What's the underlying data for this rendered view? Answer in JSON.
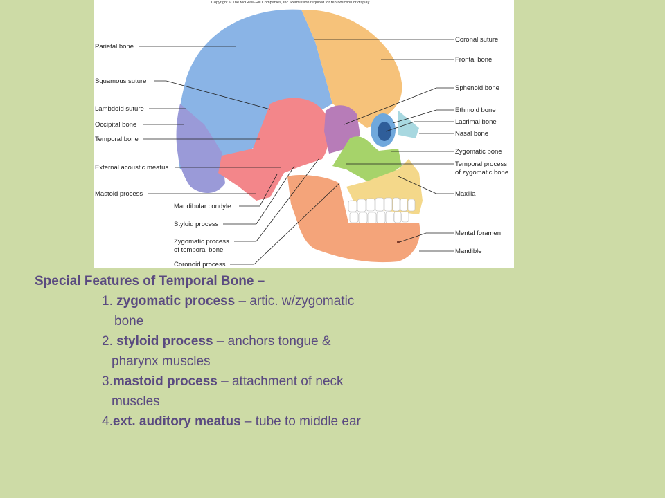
{
  "figure": {
    "copyright": "Copyright © The McGraw-Hill Companies, Inc. Permission required for reproduction or display.",
    "labels": {
      "parietal_bone": "Parietal bone",
      "squamous_suture": "Squamous suture",
      "lambdoid_suture": "Lambdoid suture",
      "occipital_bone": "Occipital bone",
      "temporal_bone": "Temporal bone",
      "external_acoustic_meatus": "External acoustic meatus",
      "mastoid_process": "Mastoid process",
      "mandibular_condyle": "Mandibular condyle",
      "styloid_process": "Styloid process",
      "zygomatic_process_1": "Zygomatic process",
      "zygomatic_process_2": "of temporal bone",
      "coronoid_process": "Coronoid process",
      "coronal_suture": "Coronal suture",
      "frontal_bone": "Frontal bone",
      "sphenoid_bone": "Sphenoid bone",
      "ethmoid_bone": "Ethmoid bone",
      "lacrimal_bone": "Lacrimal bone",
      "nasal_bone": "Nasal bone",
      "zygomatic_bone": "Zygomatic bone",
      "temporal_process_1": "Temporal process",
      "temporal_process_2": "of zygomatic bone",
      "maxilla": "Maxilla",
      "mental_foramen": "Mental foramen",
      "mandible": "Mandible"
    },
    "colors": {
      "parietal": "#8ab4e6",
      "occipital": "#9a9ad8",
      "frontal": "#f6c27a",
      "temporal": "#f3868a",
      "sphenoid": "#b77cb8",
      "zygomatic": "#a6d36a",
      "maxilla": "#f4d88a",
      "mandible": "#f4a47a",
      "nasal": "#a8d8e0"
    }
  },
  "notes": {
    "title": "Special Features of Temporal Bone –",
    "items": [
      {
        "num": "1. ",
        "term": "zygomatic process",
        "desc": " – artic. w/zygomatic",
        "cont": "bone"
      },
      {
        "num": "2. ",
        "term": "styloid process",
        "desc": " – anchors tongue &",
        "cont": "pharynx muscles"
      },
      {
        "num": "3.",
        "term": "mastoid process",
        "desc": " – attachment of neck",
        "cont": "muscles"
      },
      {
        "num": "4.",
        "term": "ext. auditory meatus",
        "desc": " – tube to middle ear"
      }
    ]
  }
}
